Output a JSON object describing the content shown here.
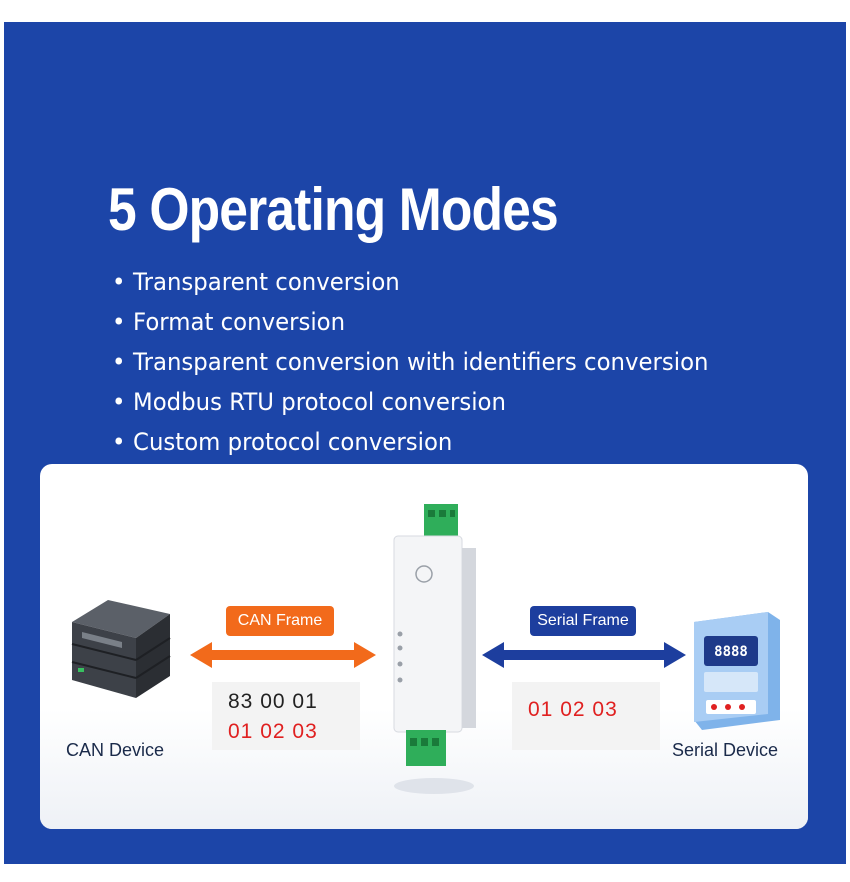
{
  "title": "5 Operating Modes",
  "modes": [
    "Transparent conversion",
    "Format conversion",
    "Transparent conversion with identifiers conversion",
    "Modbus RTU protocol conversion",
    "Custom protocol conversion"
  ],
  "diagram": {
    "can_frame_label": "CAN Frame",
    "serial_frame_label": "Serial Frame",
    "can_device_label": "CAN Device",
    "serial_device_label": "Serial Device",
    "can_hex_row1": "83 00 01",
    "can_hex_row2": "01 02 03",
    "serial_hex_row": "01 02 03",
    "serial_display": "8888"
  },
  "colors": {
    "background": "#1c45a8",
    "can_accent": "#f26a1b",
    "serial_accent": "#1d3e9e",
    "data_red": "#e02020"
  },
  "icons": [
    "can-device-icon",
    "converter-module-icon",
    "serial-device-icon",
    "can-arrow-icon",
    "serial-arrow-icon"
  ]
}
